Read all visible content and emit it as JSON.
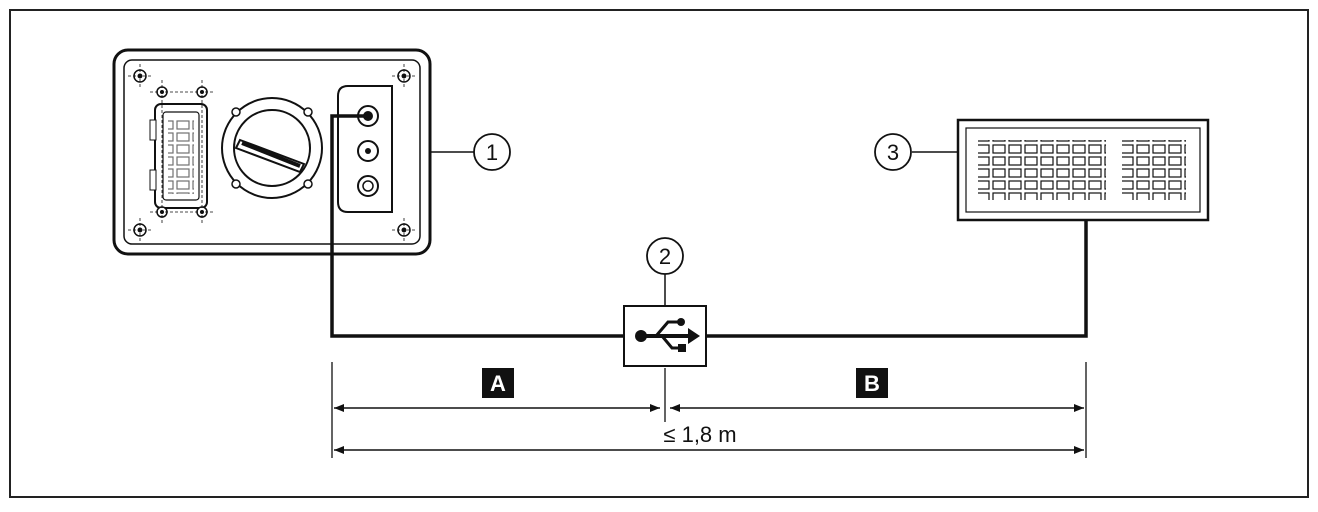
{
  "callouts": {
    "device": "1",
    "usb": "2",
    "keyboard": "3"
  },
  "segments": {
    "a": "A",
    "b": "B"
  },
  "total_length": "≤ 1,8 m",
  "colors": {
    "line": "#111111",
    "frame": "#222222",
    "label_bg": "#111111",
    "label_fg": "#ffffff"
  },
  "icons": {
    "usb": "usb-icon"
  }
}
